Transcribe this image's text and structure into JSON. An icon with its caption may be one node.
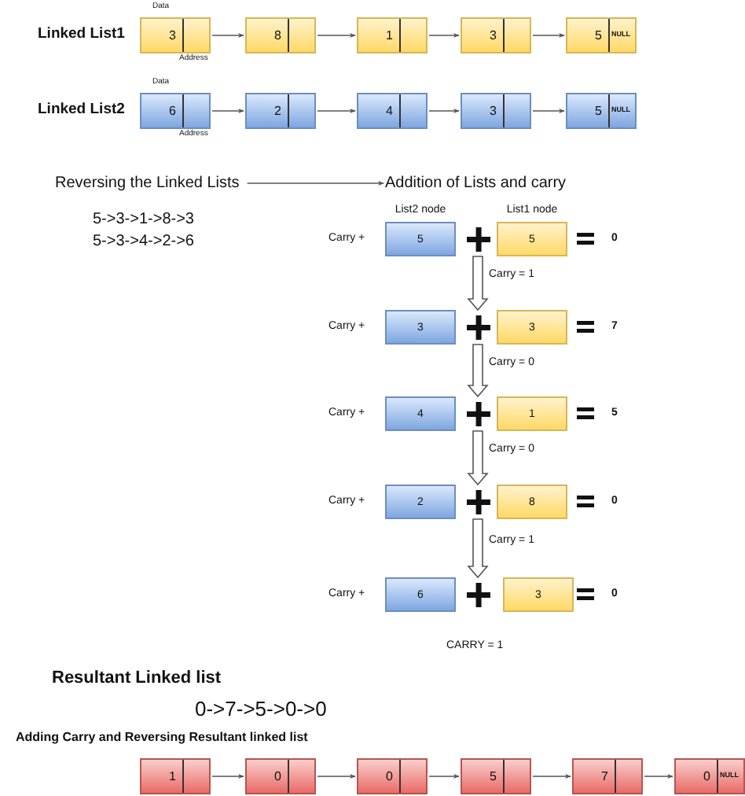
{
  "diagram": {
    "nodes": [
      {
        "text": [
          "3"
        ]
      },
      {
        "text": [
          "8"
        ]
      },
      {
        "text": [
          "1"
        ]
      },
      {
        "text": [
          "3"
        ]
      },
      {
        "text": [
          "5",
          "NULL"
        ]
      },
      {
        "text": [
          "6"
        ]
      },
      {
        "text": [
          "2"
        ]
      },
      {
        "text": [
          "4"
        ]
      },
      {
        "text": [
          "3"
        ]
      },
      {
        "text": [
          "5",
          "NULL"
        ]
      },
      {
        "text": [
          "Reversing the Linked Lists"
        ]
      },
      {
        "text": [
          "Addition of Lists and carry"
        ]
      },
      {
        "text": [
          "List2 node",
          "5"
        ]
      },
      {
        "text": [
          "List1 node",
          "5"
        ]
      },
      {
        "text": [
          "3"
        ]
      },
      {
        "text": [
          "3"
        ]
      },
      {
        "text": [
          "4"
        ]
      },
      {
        "text": [
          "1"
        ]
      },
      {
        "text": [
          "2"
        ]
      },
      {
        "text": [
          "8"
        ]
      },
      {
        "text": [
          "6"
        ]
      },
      {
        "text": [
          "3"
        ]
      },
      {
        "text": [
          "1"
        ]
      },
      {
        "text": [
          "0"
        ]
      },
      {
        "text": [
          "0"
        ]
      },
      {
        "text": [
          "5"
        ]
      },
      {
        "text": [
          "7"
        ]
      },
      {
        "text": [
          "0",
          "NULL"
        ]
      }
    ],
    "edges": [
      {
        "from": 0,
        "to": 1,
        "arrow": "to"
      },
      {
        "from": 1,
        "to": 2,
        "arrow": "to"
      },
      {
        "from": 2,
        "to": 3,
        "arrow": "to"
      },
      {
        "from": 3,
        "to": 4,
        "arrow": "to"
      },
      {
        "from": 5,
        "to": 6,
        "arrow": "to"
      },
      {
        "from": 6,
        "to": 7,
        "arrow": "to"
      },
      {
        "from": 7,
        "to": 8,
        "arrow": "to"
      },
      {
        "from": 8,
        "to": 9,
        "arrow": "to"
      },
      {
        "from": 10,
        "to": 11,
        "arrow": "to"
      },
      {
        "from": 12,
        "to": 14,
        "arrow": "to",
        "label": "Carry = 1"
      },
      {
        "from": 14,
        "to": 16,
        "arrow": "to",
        "label": "Carry = 0"
      },
      {
        "from": 16,
        "to": 18,
        "arrow": "to",
        "label": "Carry = 0"
      },
      {
        "from": 18,
        "to": 20,
        "arrow": "to",
        "label": "Carry = 1"
      },
      {
        "from": 22,
        "to": 23,
        "arrow": "to"
      },
      {
        "from": 23,
        "to": 24,
        "arrow": "to"
      },
      {
        "from": 24,
        "to": 25,
        "arrow": "to"
      },
      {
        "from": 25,
        "to": 26,
        "arrow": "to"
      },
      {
        "from": 26,
        "to": 27,
        "arrow": "to"
      }
    ],
    "labels": [
      "Data",
      "Linked List1",
      "Address",
      "Data",
      "Linked List2",
      "Address",
      "5->3->1->8->3",
      "5->3->4->2->6",
      "Carry +",
      "0",
      "Carry +",
      "7",
      "Carry +",
      "5",
      "Carry +",
      "0",
      "Carry +",
      "0",
      "CARRY = 1",
      "Resultant Linked list",
      "0->7->5->0->0",
      "Adding Carry and Reversing Resultant linked list"
    ]
  }
}
